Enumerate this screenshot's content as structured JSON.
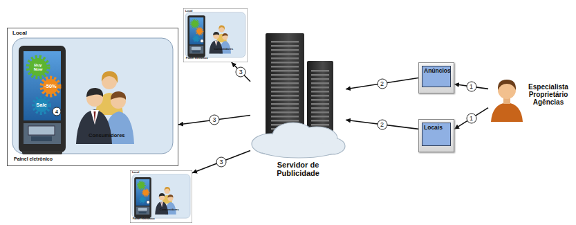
{
  "diagram": {
    "nodes": [
      {
        "text": [
          "Local",
          "Consumidores",
          "Painel eletrônico"
        ]
      },
      {
        "text": [
          "Local",
          "Consumidores",
          "Painel eletrônico"
        ]
      },
      {
        "text": [
          "Local",
          "Consumidores",
          "Painel eletrônico"
        ]
      },
      {
        "text": [
          "Servidor de Publicidade"
        ]
      },
      {
        "text": [
          "Anúncios"
        ]
      },
      {
        "text": [
          "Locais"
        ]
      },
      {
        "text": [
          "Especialista Proprietário Agências"
        ]
      }
    ],
    "edges": [
      {
        "from": 6,
        "to": 4,
        "label": "1",
        "arrow": "to"
      },
      {
        "from": 6,
        "to": 5,
        "label": "1",
        "arrow": "to"
      },
      {
        "from": 4,
        "to": 3,
        "label": "2",
        "arrow": "to"
      },
      {
        "from": 5,
        "to": 3,
        "label": "2",
        "arrow": "to"
      },
      {
        "from": 3,
        "to": 0,
        "label": "3",
        "arrow": "to"
      },
      {
        "from": 3,
        "to": 1,
        "label": "3",
        "arrow": "to"
      },
      {
        "from": 3,
        "to": 2,
        "label": "3",
        "arrow": "to"
      }
    ],
    "labels": [
      "Buy Now",
      "-50%",
      "Sale",
      "4"
    ]
  }
}
